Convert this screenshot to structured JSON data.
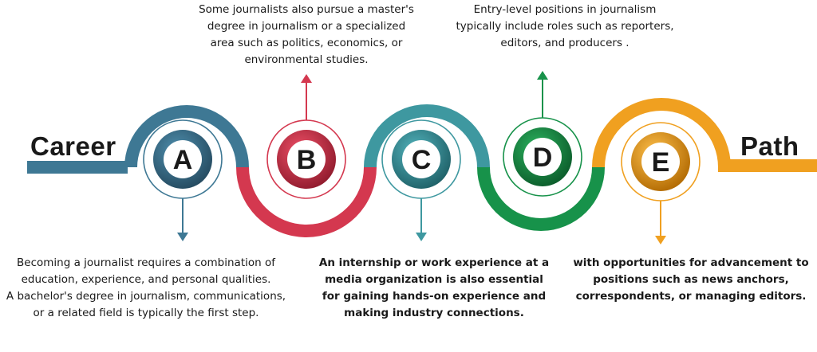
{
  "start_label": "Career",
  "end_label": "Path",
  "steps": [
    {
      "letter": "A",
      "color": "#3e7894",
      "text": "Becoming a journalist requires a combination of\neducation, experience, and personal qualities.\nA bachelor's degree in journalism, communications,\nor a related field is typically the first step."
    },
    {
      "letter": "B",
      "color": "#d4384f",
      "text": "Some journalists also pursue a master's\ndegree in journalism or a specialized\narea such as politics, economics, or\nenvironmental studies."
    },
    {
      "letter": "C",
      "color": "#3e98a0",
      "text": "An internship or work experience at a\nmedia organization is also essential\nfor gaining hands-on experience and\nmaking industry connections."
    },
    {
      "letter": "D",
      "color": "#17924a",
      "text": "Entry-level positions in journalism\ntypically include roles such as reporters,\neditors, and producers ."
    },
    {
      "letter": "E",
      "color": "#f0a020",
      "text": "with opportunities for advancement to\npositions such as news anchors,\ncorrespondents, or managing editors."
    }
  ]
}
